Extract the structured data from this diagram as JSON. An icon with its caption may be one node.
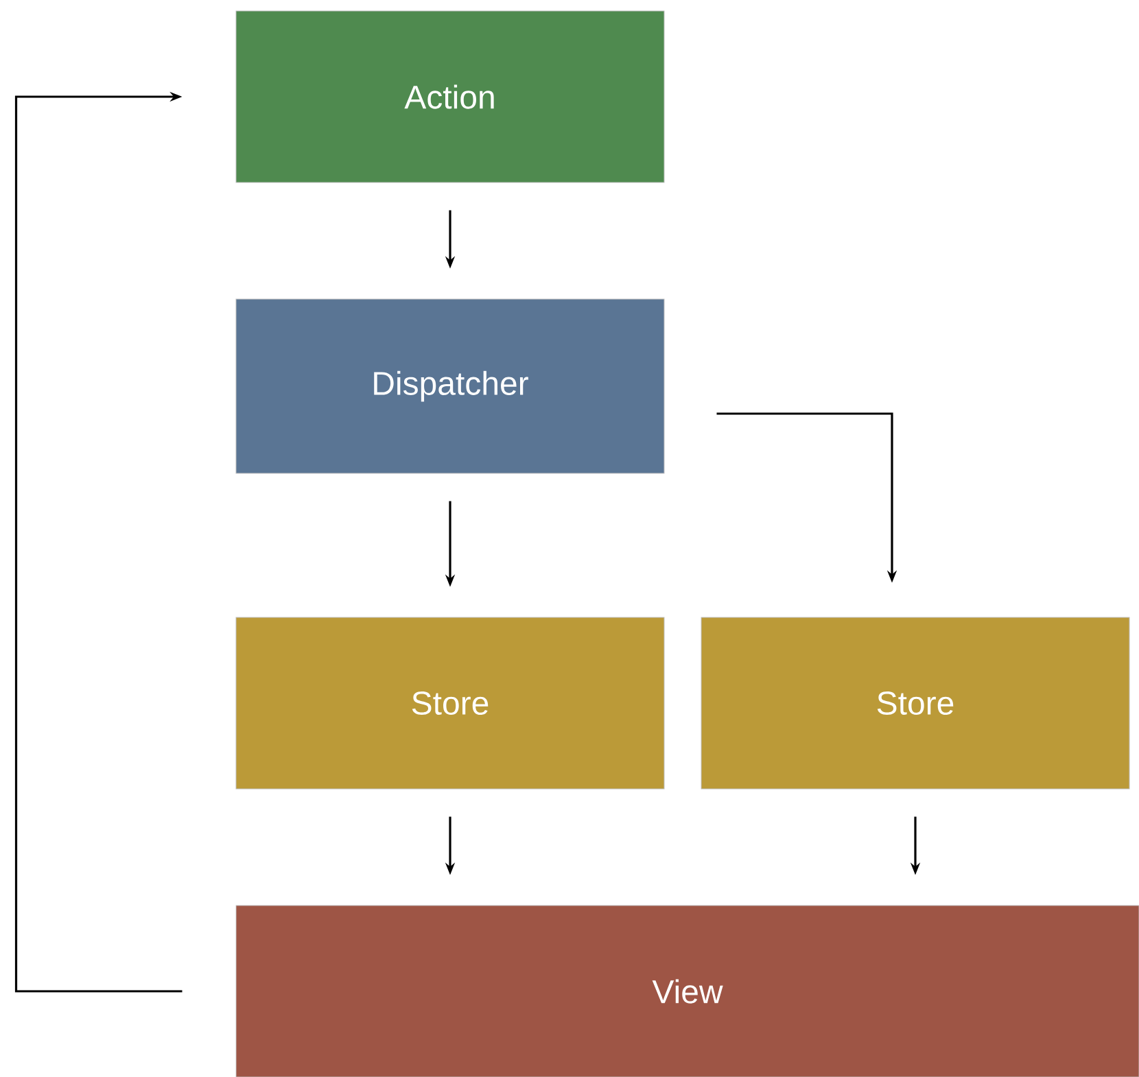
{
  "diagram": {
    "nodes": [
      {
        "text": [
          "Action"
        ]
      },
      {
        "text": [
          "Dispatcher"
        ]
      },
      {
        "text": [
          "Store"
        ]
      },
      {
        "text": [
          "Store"
        ]
      },
      {
        "text": [
          "View"
        ]
      }
    ],
    "edges": [
      {
        "from": 0,
        "to": 1,
        "arrow": "to"
      },
      {
        "from": 1,
        "to": 2,
        "arrow": "to"
      },
      {
        "from": 1,
        "to": 3,
        "arrow": "to"
      },
      {
        "from": 2,
        "to": 4,
        "arrow": "to"
      },
      {
        "from": 3,
        "to": 4,
        "arrow": "to"
      },
      {
        "from": 4,
        "to": 0,
        "arrow": "to"
      }
    ]
  }
}
